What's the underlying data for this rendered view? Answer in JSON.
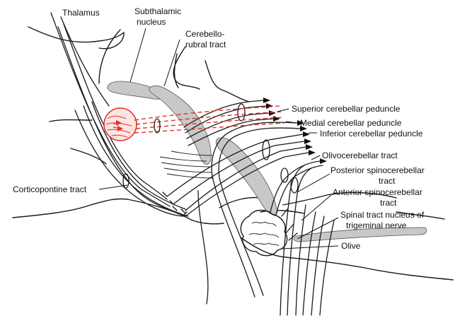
{
  "labels": {
    "thalamus": "Thalamus",
    "subthalamic_1": "Subthalamic",
    "subthalamic_2": "nucleus",
    "cerebellorubral_1": "Cerebello-",
    "cerebellorubral_2": "rubral tract",
    "superior_peduncle": "Superior cerebellar peduncle",
    "medial_peduncle": "Medial cerebellar peduncle",
    "inferior_peduncle": "Inferior cerebellar peduncle",
    "olivocerebellar": "Olivocerebellar tract",
    "posterior_spino_1": "Posterior spinocerebellar",
    "posterior_spino_2": "tract",
    "anterior_spino_1": "Anterior spinocerebellar",
    "anterior_spino_2": "tract",
    "spinal_trig_1": "Spinal tract nucleus of",
    "spinal_trig_2": "trigeminal nerve",
    "olive": "Olive",
    "corticopontine": "Corticopontine tract"
  },
  "colors": {
    "line": "#1a1a1a",
    "red_nucleus": "#e0312a",
    "grey_structure": "#c8c8c8"
  }
}
